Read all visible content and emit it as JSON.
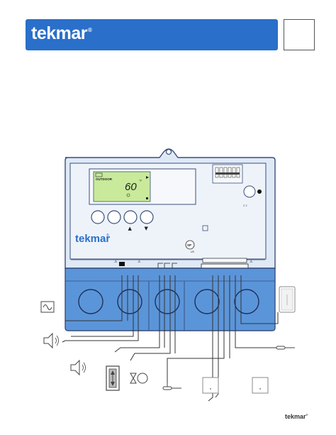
{
  "header": {
    "brand": "tekmar",
    "trademark": "®"
  },
  "control": {
    "brand": "tekmar",
    "trademark": "®",
    "display": {
      "mode_label": "OUTDOOR",
      "temperature": "60",
      "unit": "°F"
    },
    "buttons": [
      {
        "name": "button-1",
        "symbol": ""
      },
      {
        "name": "button-2",
        "symbol": ""
      },
      {
        "name": "up-button",
        "symbol": "▲"
      },
      {
        "name": "down-button",
        "symbol": "▼"
      }
    ],
    "certification": "US"
  },
  "footer": {
    "brand": "tekmar",
    "trademark": "®"
  },
  "colors": {
    "header_blue": "#2a6fc9",
    "housing_blue": "#5b95d9",
    "panel_light": "#dfe9f6",
    "lcd_green": "#c8ea9a",
    "outline": "#3a4f7a"
  },
  "icons": [
    "power-supply-icon",
    "buzzer-icon",
    "alarm-icon",
    "zone-valve-icon",
    "light-icon",
    "sensor-probe-icon",
    "room-sensor-icon",
    "outdoor-sensor-icon"
  ]
}
